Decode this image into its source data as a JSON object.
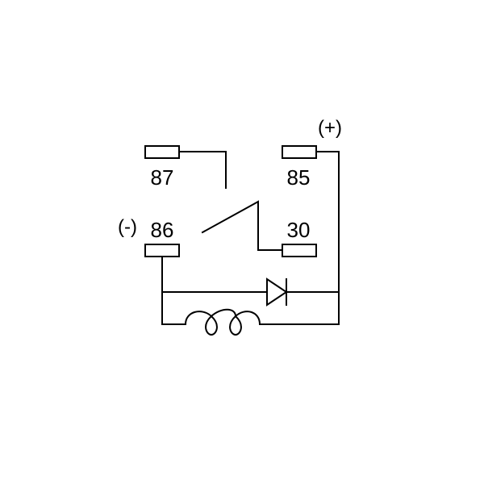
{
  "terminals": {
    "t87": "87",
    "t85": "85",
    "t86": "86",
    "t30": "30"
  },
  "polarity": {
    "negative": "(-)",
    "positive": "(+)"
  },
  "colors": {
    "line": "#000000",
    "background": "#ffffff"
  }
}
